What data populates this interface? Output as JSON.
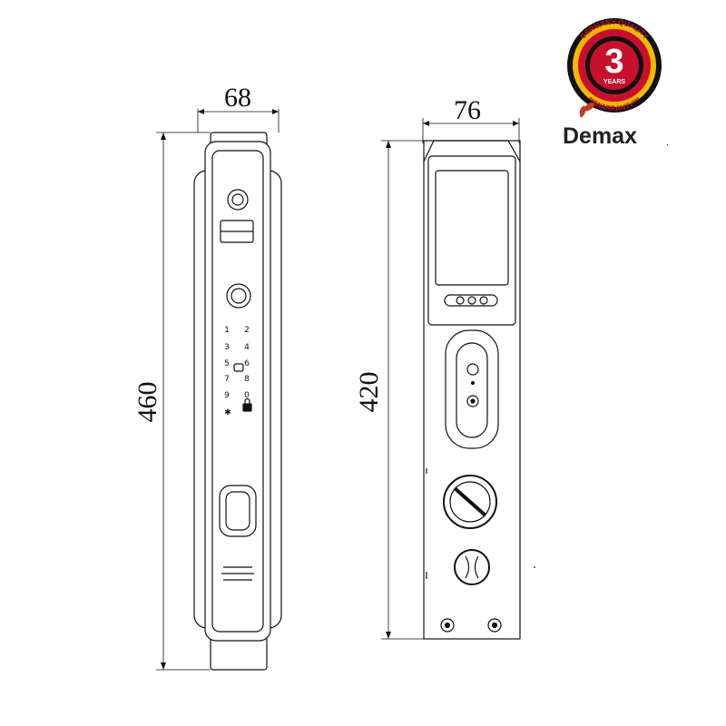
{
  "dimensions": {
    "front_width": "68",
    "front_height": "460",
    "side_width": "76",
    "side_height": "420"
  },
  "keypad": {
    "rows": [
      [
        "1",
        "2"
      ],
      [
        "3",
        "4"
      ],
      [
        "5",
        "6"
      ],
      [
        "7",
        "8"
      ],
      [
        "9",
        "0"
      ],
      [
        "✱",
        ""
      ]
    ]
  },
  "badge": {
    "number": "3",
    "years": "YEARS",
    "top_arc": "GERMANY QUALITY",
    "bottom_arc": "***WARRANTY***",
    "colors": {
      "black": "#111111",
      "red": "#c8102e",
      "gold": "#f5b800"
    }
  },
  "brand": {
    "name": "Demax",
    "mark": ".",
    "leaf_color": "#c0392b"
  },
  "icons": {
    "lock": "lock-icon",
    "fingerprint": "fingerprint-sensor-icon"
  }
}
